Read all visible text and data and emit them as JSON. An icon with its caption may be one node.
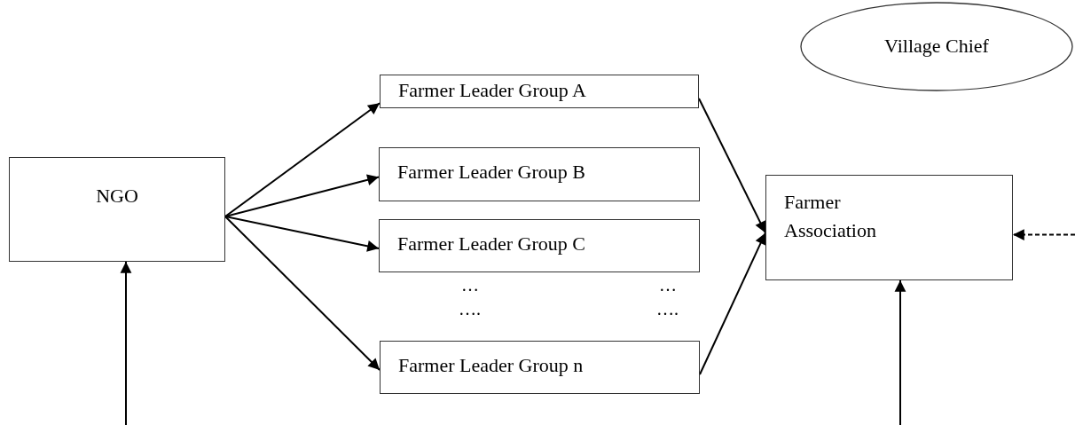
{
  "diagram": {
    "nodes": [
      {
        "text": [
          "Village Chief"
        ]
      },
      {
        "text": [
          "NGO"
        ]
      },
      {
        "text": [
          "Farmer Leader Group A"
        ]
      },
      {
        "text": [
          "Farmer Leader Group B"
        ]
      },
      {
        "text": [
          "Farmer Leader Group C"
        ]
      },
      {
        "text": [
          "Farmer Leader Group n"
        ]
      },
      {
        "text": [
          "Farmer Association"
        ]
      }
    ],
    "edges": [
      {
        "from": 1,
        "to": 2,
        "arrow": "to"
      },
      {
        "from": 1,
        "to": 3,
        "arrow": "to"
      },
      {
        "from": 1,
        "to": 4,
        "arrow": "to"
      },
      {
        "from": 1,
        "to": 5,
        "arrow": "to"
      },
      {
        "from": 2,
        "to": 6,
        "arrow": "to"
      },
      {
        "from": 5,
        "to": 6,
        "arrow": "to"
      },
      {
        "from": null,
        "to": 1,
        "arrow": "to"
      },
      {
        "from": null,
        "to": 6,
        "arrow": "to"
      },
      {
        "from": null,
        "to": 6,
        "arrow": "to",
        "style": "dashed"
      }
    ],
    "labels": [
      "…",
      "…",
      "….",
      "…."
    ]
  }
}
